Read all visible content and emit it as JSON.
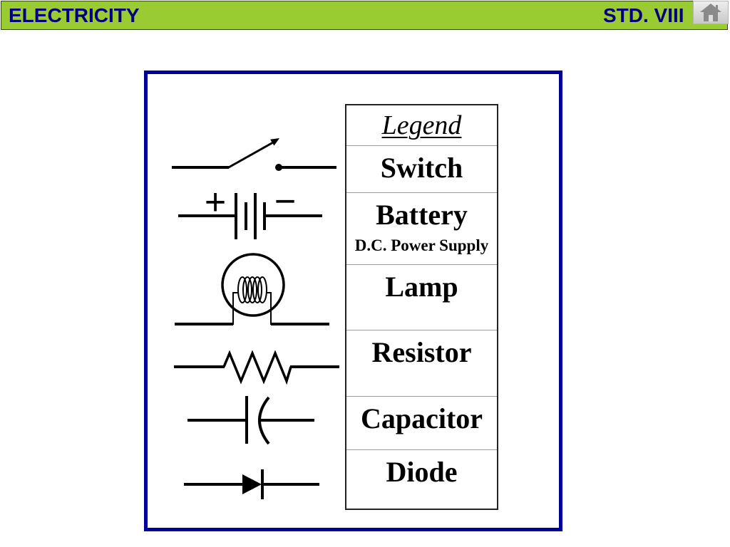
{
  "header": {
    "title": "ELECTRICITY",
    "class_label": "STD. VIII",
    "home_icon": "home-icon"
  },
  "diagram": {
    "battery_plus": "+",
    "battery_minus": "−"
  },
  "legend": {
    "heading": "Legend",
    "rows": [
      {
        "label": "Switch",
        "icon": "switch-symbol"
      },
      {
        "label": "Battery",
        "sublabel": "D.C. Power Supply",
        "icon": "battery-symbol"
      },
      {
        "label": "Lamp",
        "icon": "lamp-symbol"
      },
      {
        "label": "Resistor",
        "icon": "resistor-symbol"
      },
      {
        "label": "Capacitor",
        "icon": "capacitor-symbol"
      },
      {
        "label": "Diode",
        "icon": "diode-symbol"
      }
    ]
  },
  "colors": {
    "header_background": "#99CC33",
    "header_text": "#000080",
    "frame_border": "#000099",
    "home_icon": "#8a8a8a"
  }
}
